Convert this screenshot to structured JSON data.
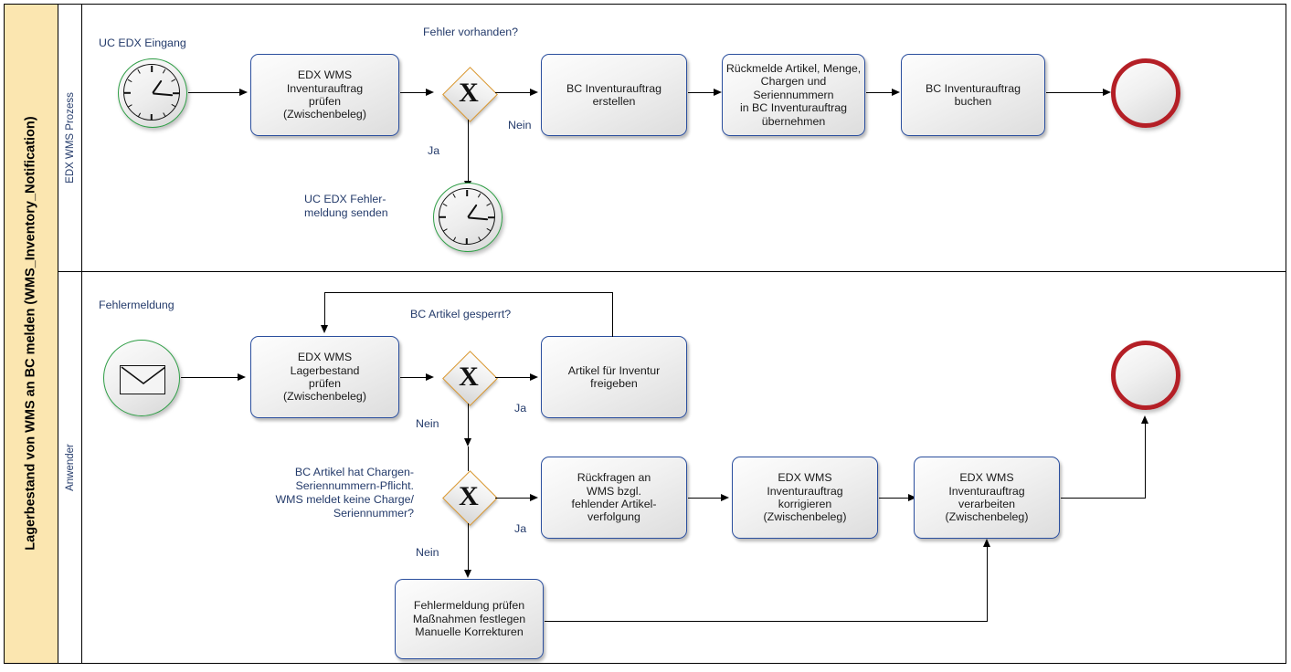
{
  "pool": {
    "title": "Lagerbestand von WMS an BC melden\n(WMS_Inventory_Notification)",
    "lanes": [
      {
        "id": "lane1",
        "label": "EDX WMS Prozess"
      },
      {
        "id": "lane2",
        "label": "Anwender"
      }
    ]
  },
  "lane1": {
    "start_event_label": "UC EDX Eingang",
    "start_event_icon": "timer-clock-icon",
    "task_check": "EDX WMS\nInventurauftrag\nprüfen\n(Zwischenbeleg)",
    "gateway_label": "Fehler vorhanden?",
    "gateway_icon": "exclusive-gateway-x-icon",
    "flow_no": "Nein",
    "flow_yes": "Ja",
    "task_create": "BC Inventurauftrag\nerstellen",
    "task_transfer": "Rückmelde Artikel, Menge,\nChargen und\nSeriennummern\nin BC Inventurauftrag\nübernehmen",
    "task_post": "BC Inventurauftrag\nbuchen",
    "intermediate_event_label": "UC EDX Fehler-\nmeldung senden",
    "intermediate_event_icon": "timer-clock-icon",
    "end_event_icon": "end-event-icon"
  },
  "lane2": {
    "start_event_label": "Fehlermeldung",
    "start_event_icon": "message-envelope-icon",
    "task_stock_check": "EDX WMS\nLagerbestand\nprüfen\n(Zwischenbeleg)",
    "gateway1_label": "BC Artikel gesperrt?",
    "gateway1_icon": "exclusive-gateway-x-icon",
    "gateway1_yes": "Ja",
    "gateway1_no": "Nein",
    "task_release": "Artikel für Inventur\nfreigeben",
    "gateway2_label": "BC Artikel hat Chargen-\nSeriennummern-Pflicht.\nWMS meldet keine Charge/\nSeriennummer?",
    "gateway2_icon": "exclusive-gateway-x-icon",
    "gateway2_yes": "Ja",
    "gateway2_no": "Nein",
    "task_inquiry": "Rückfragen an\nWMS bzgl.\nfehlender Artikel-\nverfolgung",
    "task_correct": "EDX WMS\nInventurauftrag\nkorrigieren\n(Zwischenbeleg)",
    "task_process": "EDX WMS\nInventurauftrag\nverarbeiten\n(Zwischenbeleg)",
    "task_manual": "Fehlermeldung prüfen\nMaßnahmen festlegen\nManuelle Korrekturen",
    "end_event_icon": "end-event-icon"
  },
  "colors": {
    "pool_header_bg": "#FBE6B0",
    "task_border": "#2B4F9E",
    "gateway_border": "#D9952A",
    "start_event_border": "#2F9E46",
    "end_event_border": "#B41F26",
    "label_text": "#243B6B"
  }
}
